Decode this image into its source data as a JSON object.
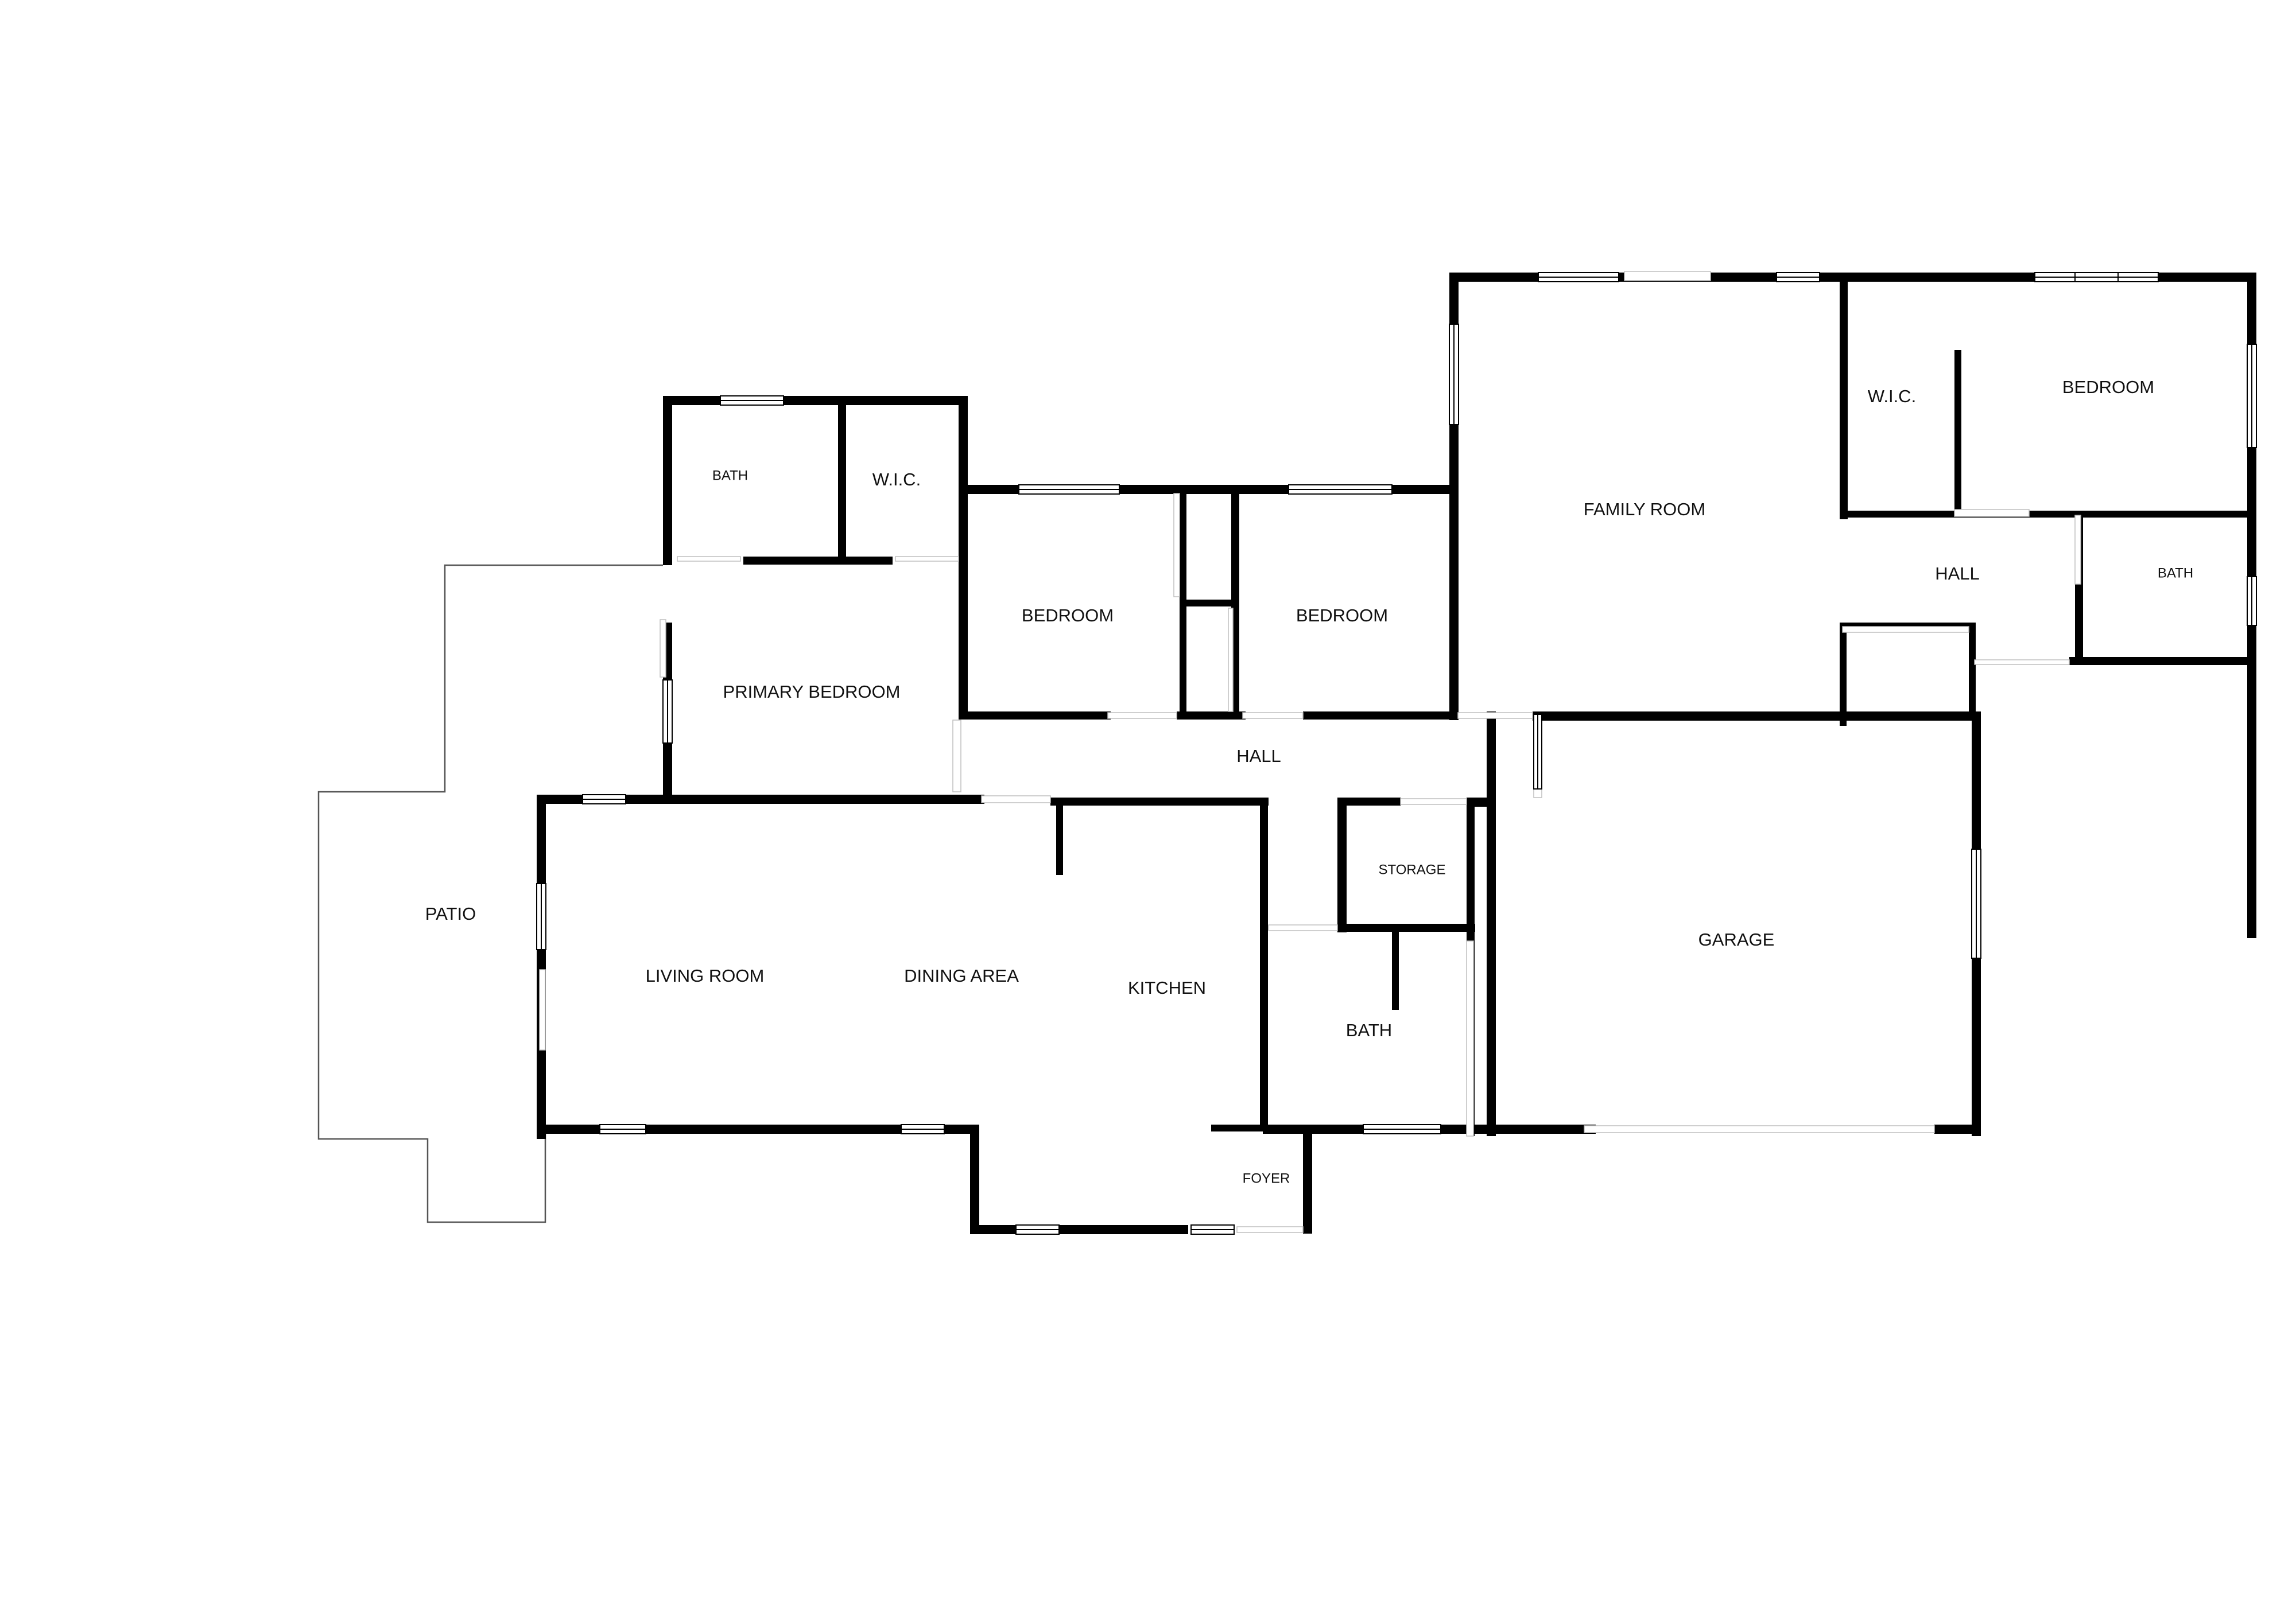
{
  "floorplan": {
    "rooms": {
      "bath_primary": "BATH",
      "wic_primary": "W.I.C.",
      "primary_bedroom": "PRIMARY BEDROOM",
      "bedroom_1": "BEDROOM",
      "bedroom_2": "BEDROOM",
      "hall_main": "HALL",
      "family_room": "FAMILY ROOM",
      "wic_right": "W.I.C.",
      "bedroom_3": "BEDROOM",
      "hall_right": "HALL",
      "bath_right": "BATH",
      "patio": "PATIO",
      "living_room": "LIVING ROOM",
      "dining_area": "DINING AREA",
      "kitchen": "KITCHEN",
      "storage": "STORAGE",
      "bath_center": "BATH",
      "garage": "GARAGE",
      "foyer": "FOYER"
    }
  }
}
